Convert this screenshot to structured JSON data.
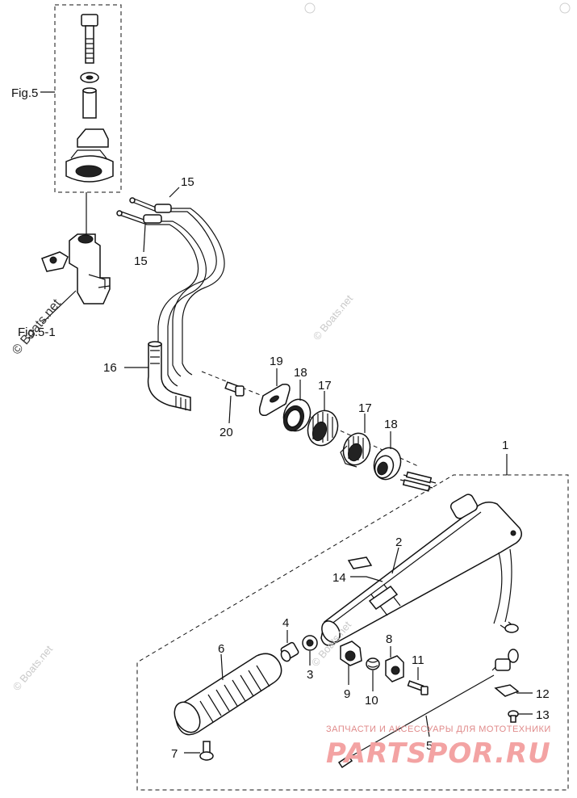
{
  "figure_refs": {
    "fig5": "Fig.5",
    "fig51": "Fig.5-1"
  },
  "labels": {
    "p1": "1",
    "p2": "2",
    "p3": "3",
    "p4": "4",
    "p5": "5",
    "p6": "6",
    "p7": "7",
    "p8": "8",
    "p9": "9",
    "p10": "10",
    "p11": "11",
    "p12": "12",
    "p13": "13",
    "p14": "14",
    "p15a": "15",
    "p15b": "15",
    "p16": "16",
    "p17a": "17",
    "p17b": "17",
    "p18a": "18",
    "p18b": "18",
    "p19": "19",
    "p20": "20"
  },
  "watermarks": {
    "boats": "© Boats.net"
  },
  "brand": {
    "tagline": "ЗАПЧАСТИ И АКСЕССУАРЫ ДЛЯ МОТОТЕХНИКИ",
    "logo_text": "PARTSPOR.RU"
  }
}
